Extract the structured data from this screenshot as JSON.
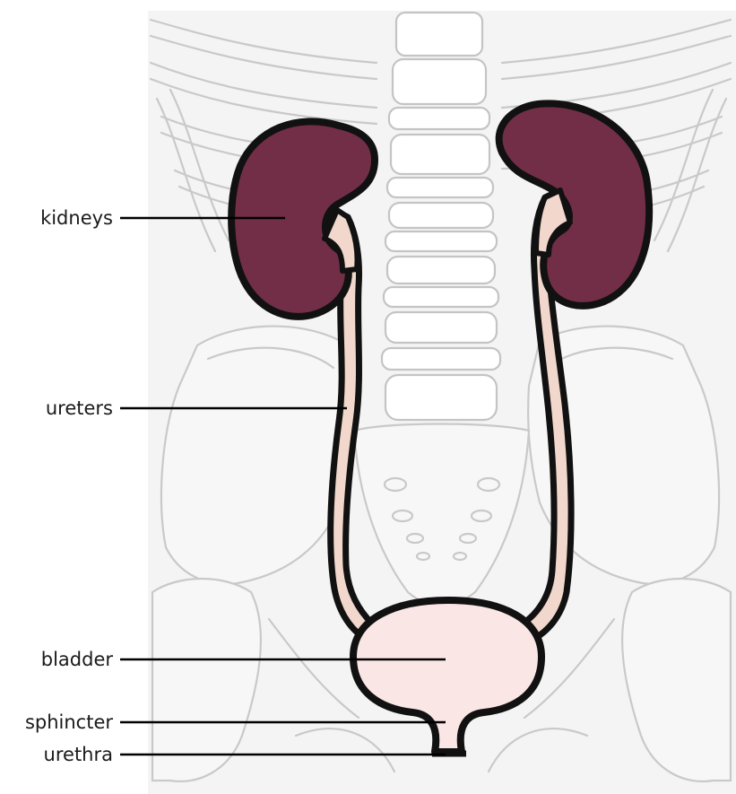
{
  "labels": {
    "kidneys": "kidneys",
    "ureters": "ureters",
    "bladder": "bladder",
    "sphincter": "sphincter",
    "urethra": "urethra"
  },
  "colors": {
    "kidney": "#722e47",
    "ureter": "#f2d8cc",
    "bladder": "#fbe6e6",
    "outline": "#111111",
    "bone_outline": "#c9c9c9",
    "bone_fill": "#f7f7f7"
  }
}
